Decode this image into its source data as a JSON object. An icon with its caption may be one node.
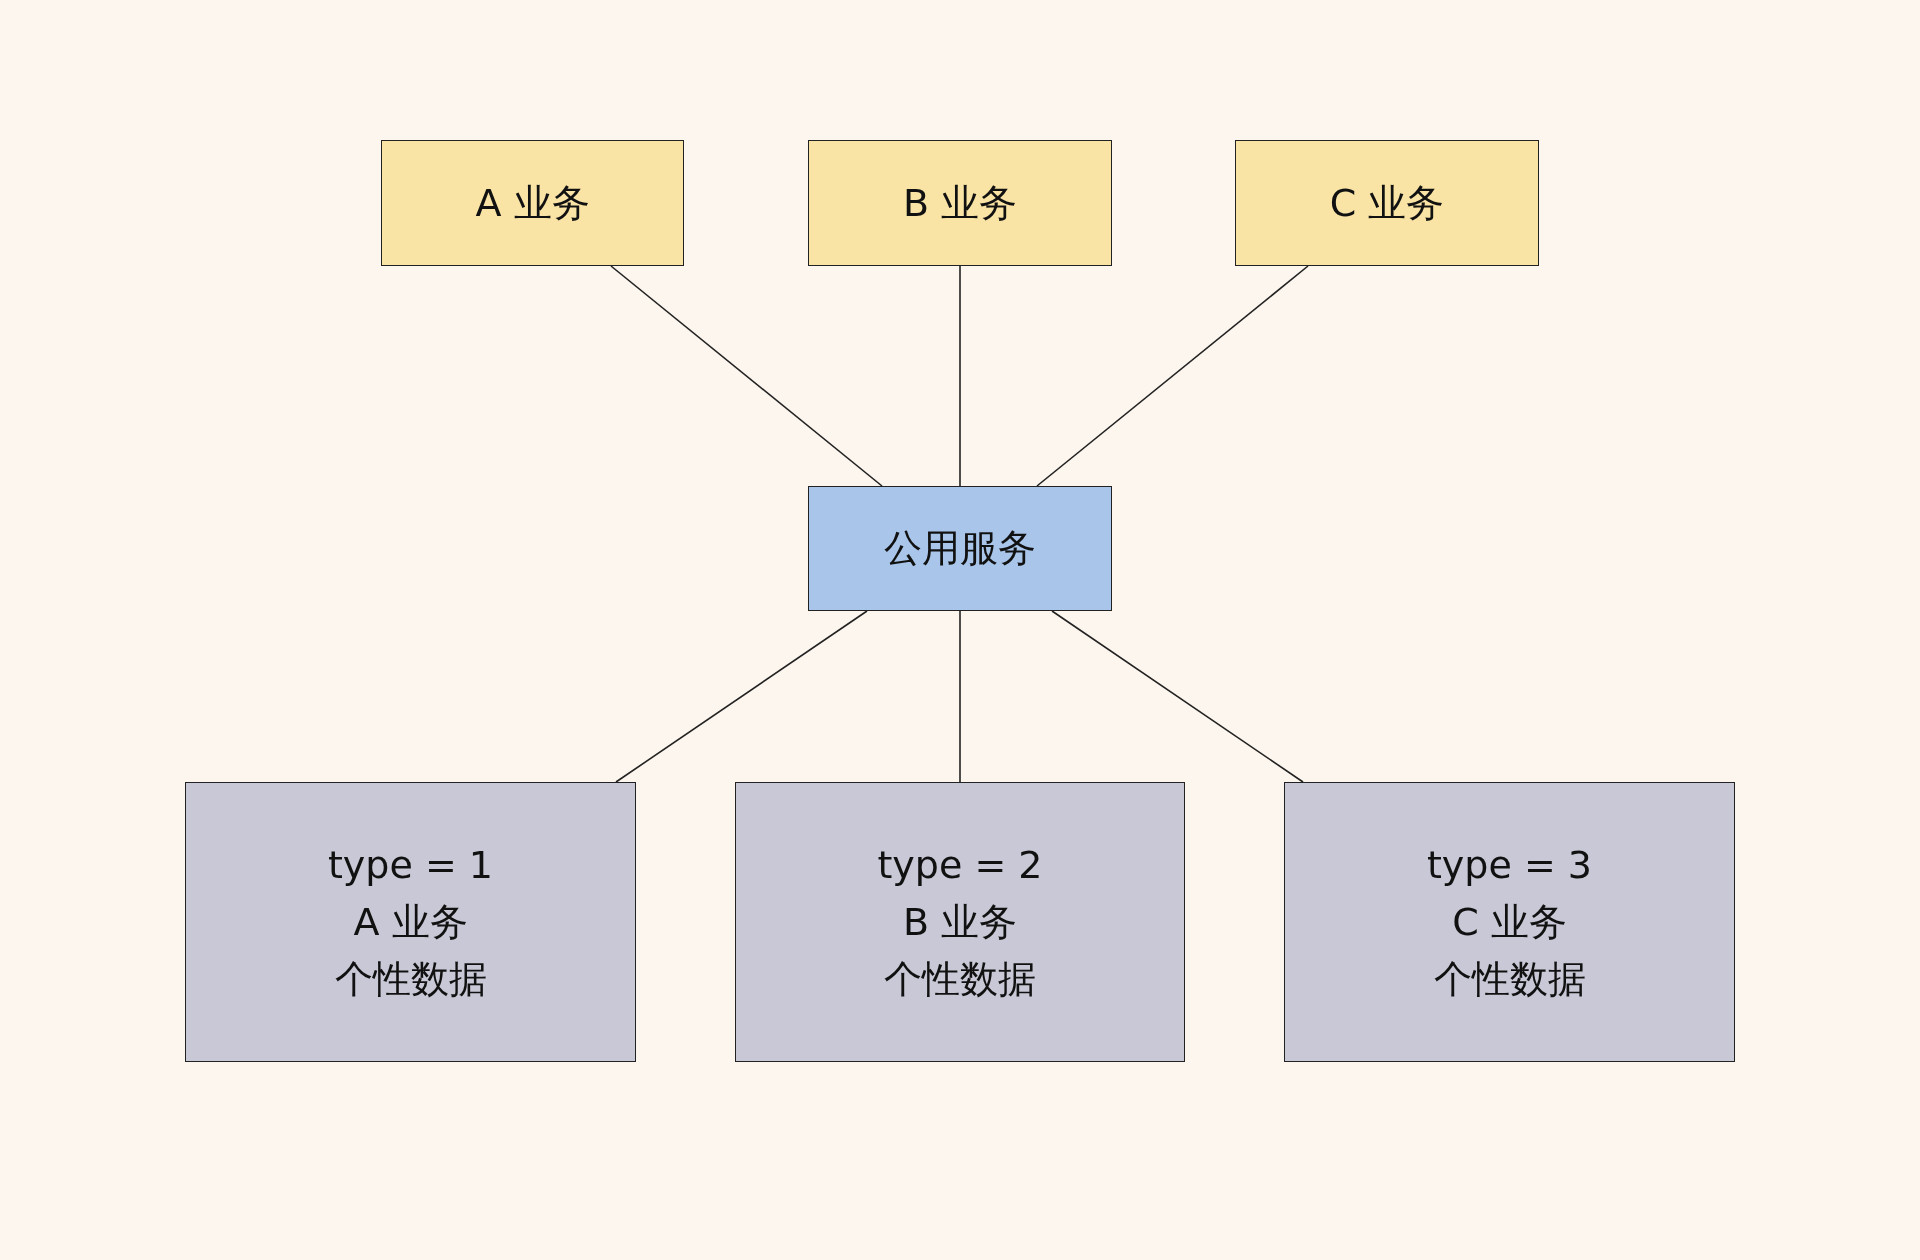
{
  "diagram": {
    "nodes": [
      {
        "text": [
          "A 业务"
        ]
      },
      {
        "text": [
          "B 业务"
        ]
      },
      {
        "text": [
          "C 业务"
        ]
      },
      {
        "text": [
          "公用服务"
        ]
      },
      {
        "text": [
          "type = 1",
          "A 业务",
          "个性数据"
        ]
      },
      {
        "text": [
          "type = 2",
          "B 业务",
          "个性数据"
        ]
      },
      {
        "text": [
          "type = 3",
          "C 业务",
          "个性数据"
        ]
      }
    ],
    "edges": [
      {
        "from": 0,
        "to": 3,
        "arrow": "none"
      },
      {
        "from": 1,
        "to": 3,
        "arrow": "none"
      },
      {
        "from": 2,
        "to": 3,
        "arrow": "none"
      },
      {
        "from": 3,
        "to": 4,
        "arrow": "none"
      },
      {
        "from": 3,
        "to": 5,
        "arrow": "none"
      },
      {
        "from": 3,
        "to": 6,
        "arrow": "none"
      }
    ]
  }
}
